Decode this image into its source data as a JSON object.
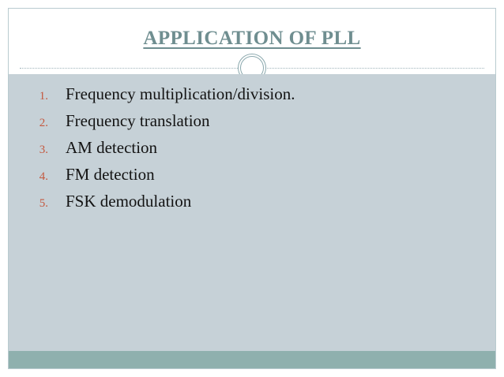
{
  "slide": {
    "title": "APPLICATION OF PLL",
    "theme": {
      "title_color": "#6f8e90",
      "body_background": "#c6d1d7",
      "number_color": "#c4583e",
      "body_text_color": "#131313",
      "footer_bar_color": "#8fb0ae",
      "frame_border_color": "#b9cbd0",
      "divider_color": "#9fb4bb",
      "slide_background": "#ffffff"
    },
    "divider": {
      "ornament": "double-ring-circle-icon"
    },
    "bullets": [
      {
        "number": "1.",
        "text": "Frequency multiplication/division."
      },
      {
        "number": "2.",
        "text": "Frequency translation"
      },
      {
        "number": "3.",
        "text": "AM detection"
      },
      {
        "number": "4.",
        "text": "FM detection"
      },
      {
        "number": "5.",
        "text": "FSK demodulation"
      }
    ]
  }
}
